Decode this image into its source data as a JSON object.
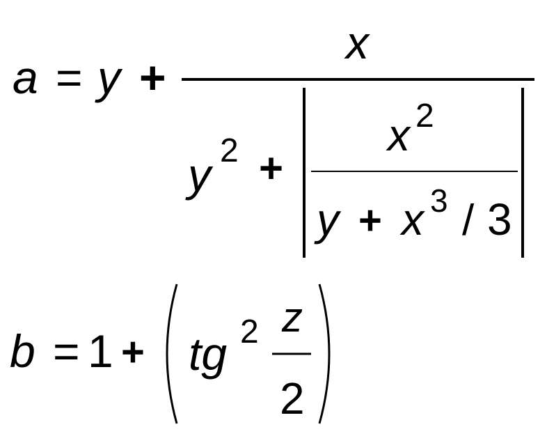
{
  "formula_a": {
    "lhs": "a",
    "equals": "=",
    "term": "y",
    "plus": "+",
    "numerator": "x",
    "den_y": "y",
    "den_y_exp": "2",
    "den_plus": "+",
    "inner_num_x": "x",
    "inner_num_exp": "2",
    "inner_den_y": "y",
    "inner_den_plus": "+",
    "inner_den_x": "x",
    "inner_den_x_exp": "3",
    "inner_den_slash": "/",
    "inner_den_three": "3"
  },
  "formula_b": {
    "lhs": "b",
    "equals": "=",
    "one": "1",
    "plus": "+",
    "tg": "tg",
    "tg_exp": "2",
    "frac_num": "z",
    "frac_den": "2"
  }
}
